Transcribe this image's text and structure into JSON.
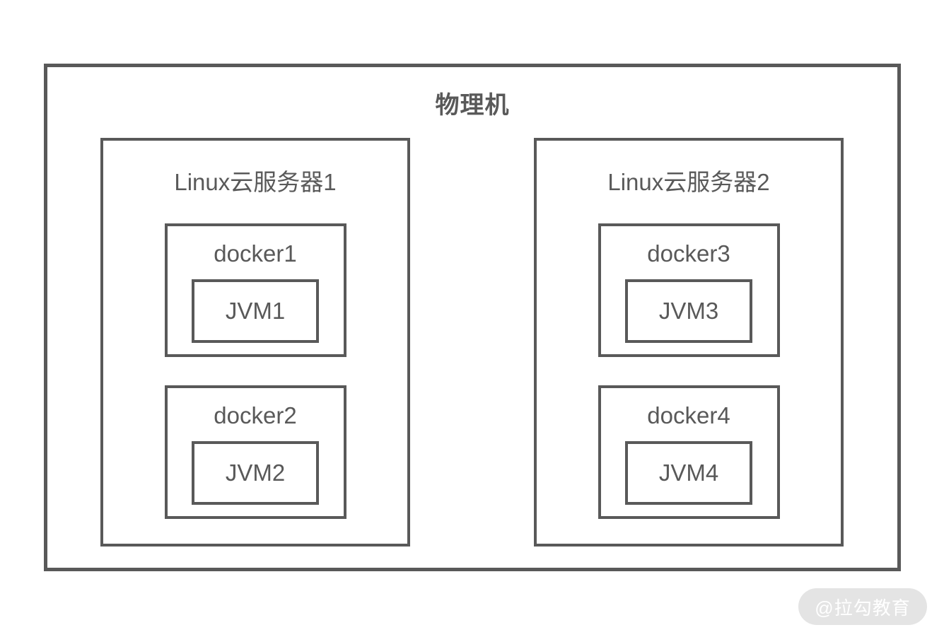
{
  "pm": {
    "label": "物理机",
    "servers": [
      {
        "label": "Linux云服务器1",
        "containers": [
          {
            "label": "docker1",
            "jvm_label": "JVM1"
          },
          {
            "label": "docker2",
            "jvm_label": "JVM2"
          }
        ]
      },
      {
        "label": "Linux云服务器2",
        "containers": [
          {
            "label": "docker3",
            "jvm_label": "JVM3"
          },
          {
            "label": "docker4",
            "jvm_label": "JVM4"
          }
        ]
      }
    ]
  },
  "watermark": {
    "label": "@拉勾教育"
  },
  "colors": {
    "border": "#595959",
    "text": "#595959",
    "background": "#ffffff",
    "watermark_bg": "#e4e4e4",
    "watermark_text": "#ffffff"
  }
}
